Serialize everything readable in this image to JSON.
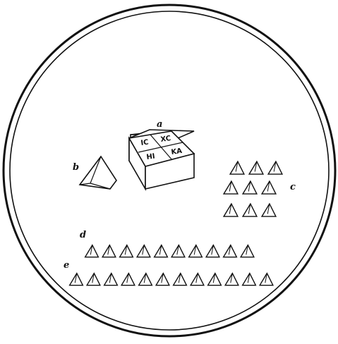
{
  "figure": {
    "labels": {
      "a": "a",
      "b": "b",
      "c": "c",
      "d": "d",
      "e": "e"
    },
    "box_face": [
      "IC",
      "XC",
      "HI",
      "KA"
    ],
    "counts": {
      "group_c_rows": [
        3,
        3,
        3
      ],
      "row_d": 10,
      "row_e": 12
    },
    "ink_color": "#111111",
    "paper_color": "#ffffff"
  }
}
